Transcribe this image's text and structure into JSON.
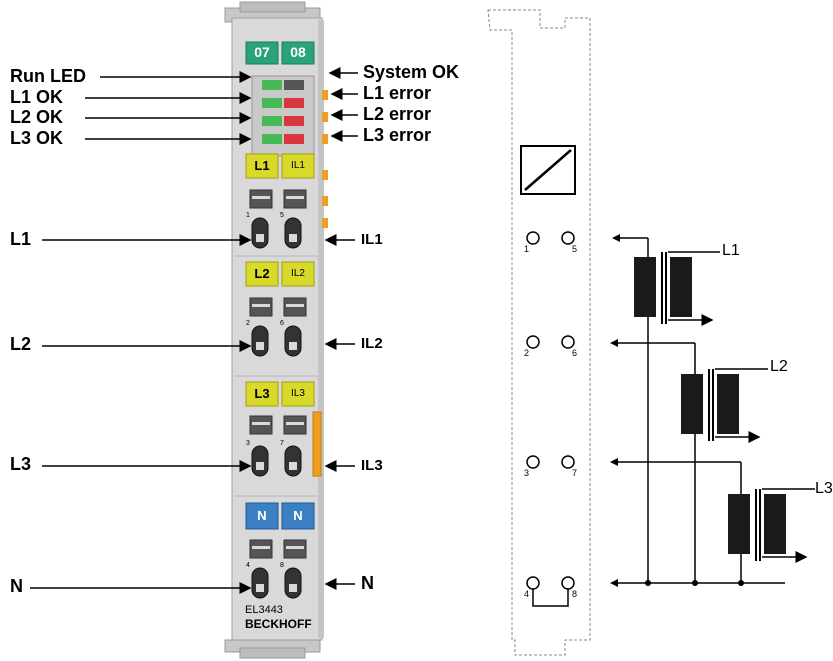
{
  "terminal": {
    "tags_top": [
      "07",
      "08"
    ],
    "tags_ch1": [
      "L1",
      "IL1"
    ],
    "tags_ch2": [
      "L2",
      "IL2"
    ],
    "tags_ch3": [
      "L3",
      "IL3"
    ],
    "tags_n": [
      "N",
      "N"
    ],
    "model": "EL3443",
    "brand": "BECKHOFF",
    "contact_numbers": [
      "1",
      "5",
      "2",
      "6",
      "3",
      "7",
      "4",
      "8"
    ]
  },
  "left_labels": {
    "run_led": "Run LED",
    "l1_ok": "L1 OK",
    "l2_ok": "L2 OK",
    "l3_ok": "L3 OK",
    "l1": "L1",
    "l2": "L2",
    "l3": "L3",
    "n": "N"
  },
  "right_labels": {
    "system_ok": "System OK",
    "l1_error": "L1 error",
    "l2_error": "L2 error",
    "l3_error": "L3 error",
    "il1": "IL1",
    "il2": "IL2",
    "il3": "IL3",
    "n": "N"
  },
  "schematic": {
    "l1": "L1",
    "l2": "L2",
    "l3": "L3",
    "pins": [
      "1",
      "5",
      "2",
      "6",
      "3",
      "7",
      "4",
      "8"
    ]
  },
  "colors": {
    "module_body": "#d9d9d9",
    "tag_green": "#2aa37a",
    "tag_yellow": "#d8d92a",
    "tag_blue": "#3b7fc4",
    "led_green": "#49b856",
    "led_red": "#d9363e",
    "connector_orange": "#f0a020"
  }
}
